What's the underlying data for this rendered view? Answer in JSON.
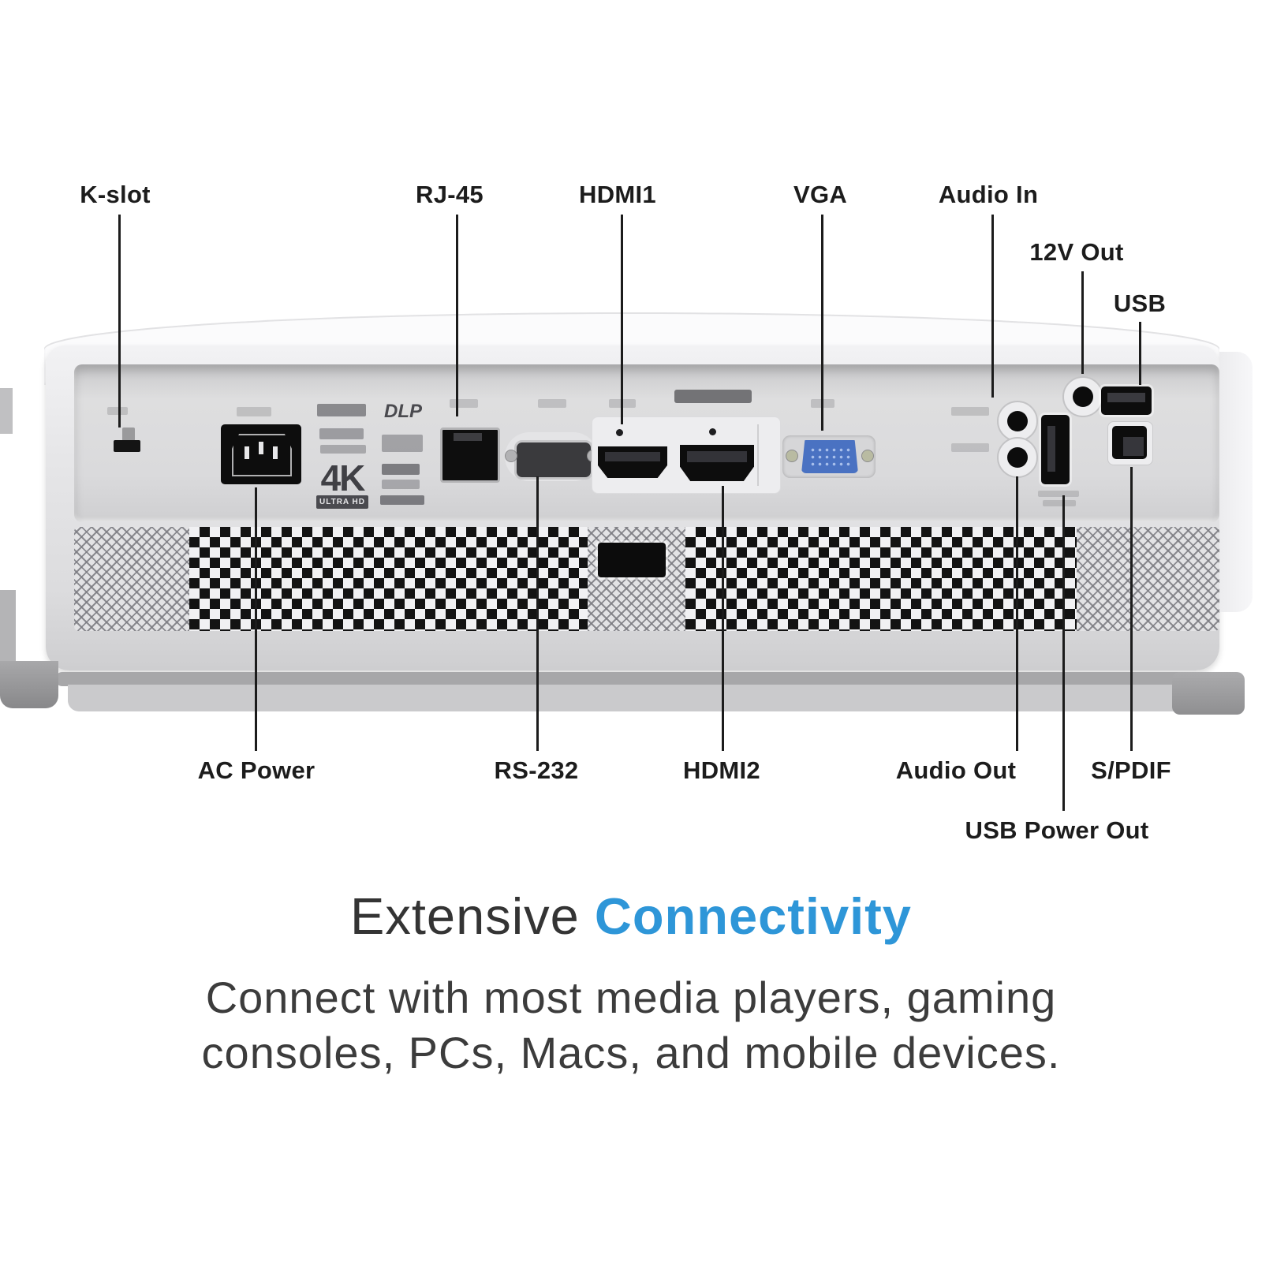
{
  "callouts_top": [
    {
      "label": "K-slot"
    },
    {
      "label": "RJ-45"
    },
    {
      "label": "HDMI1"
    },
    {
      "label": "VGA"
    },
    {
      "label": "Audio In"
    },
    {
      "label": "12V Out"
    },
    {
      "label": "USB"
    }
  ],
  "callouts_bottom": [
    {
      "label": "AC Power"
    },
    {
      "label": "RS-232"
    },
    {
      "label": "HDMI2"
    },
    {
      "label": "Audio Out"
    },
    {
      "label": "S/PDIF"
    },
    {
      "label": "USB Power Out"
    }
  ],
  "panel_badges": {
    "fourk": "4K",
    "fourk_sub": "ULTRA HD",
    "dlp": "DLP"
  },
  "footer": {
    "heading_prefix": "Extensive ",
    "heading_accent": "Connectivity",
    "body_line1": "Connect with most media players, gaming",
    "body_line2": "consoles, PCs, Macs, and mobile devices.",
    "accent_color": "#2e96d8",
    "text_color": "#3c3c3c"
  }
}
